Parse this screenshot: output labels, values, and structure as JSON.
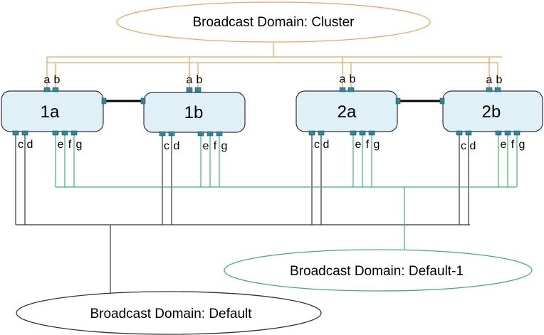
{
  "domains": {
    "cluster": {
      "label": "Broadcast Domain:  Cluster",
      "stroke": "#f4a460"
    },
    "default1": {
      "label": "Broadcast Domain:  Default-1",
      "stroke": "#3cb371"
    },
    "default": {
      "label": "Broadcast Domain:  Default",
      "stroke": "#333333"
    }
  },
  "nodes": {
    "n1a": {
      "label": "1a"
    },
    "n1b": {
      "label": "1b"
    },
    "n2a": {
      "label": "2a"
    },
    "n2b": {
      "label": "2b"
    }
  },
  "ports": {
    "a": "a",
    "b": "b",
    "c": "c",
    "d": "d",
    "e": "e",
    "f": "f",
    "g": "g"
  },
  "colors": {
    "cluster_line": "#f4a460",
    "default1_line": "#3cb371",
    "default_line": "#333333",
    "node_fill": "#dff0f7",
    "port_fill": "#31859c"
  }
}
